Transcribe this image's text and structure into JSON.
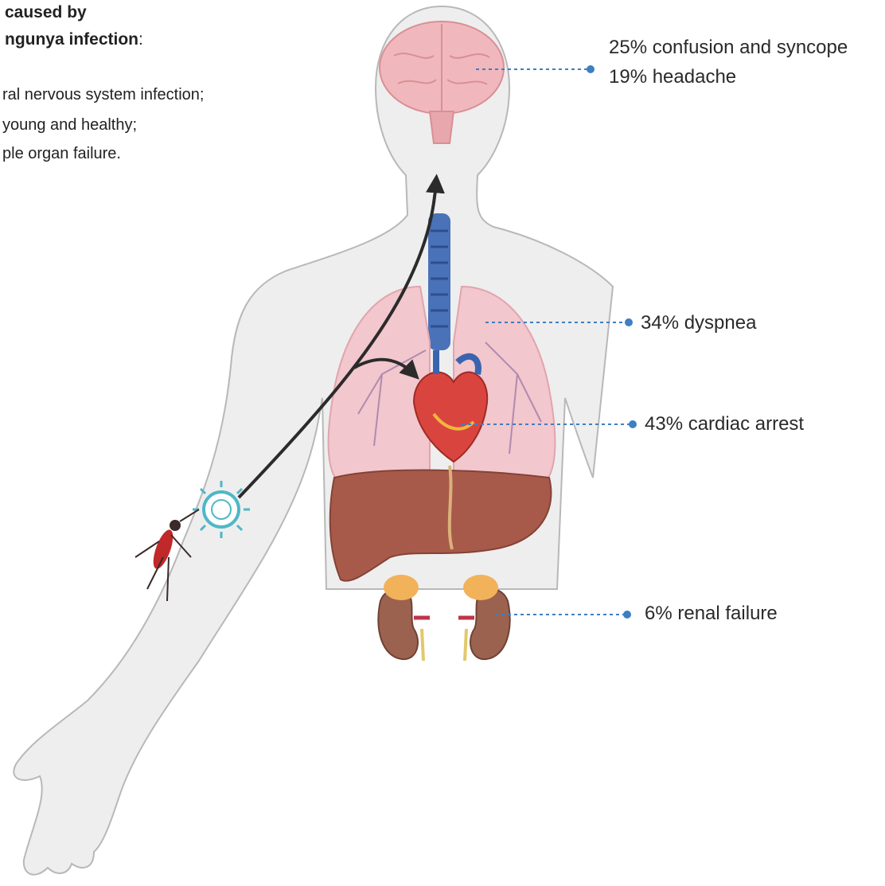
{
  "figure": {
    "heading_line1": "caused by",
    "heading_line2_bold": "ngunya infection",
    "heading_line2_tail": ":",
    "bullets": [
      "ral nervous system infection;",
      "young and healthy;",
      "ple organ failure."
    ]
  },
  "labels": {
    "brain_line1": "25% confusion and syncope",
    "brain_line2": "19% headache",
    "lungs": "34% dyspnea",
    "heart": "43% cardiac arrest",
    "kidneys": "6% renal failure"
  },
  "colors": {
    "body_fill": "#eeeeee",
    "body_outline": "#b8b8b8",
    "brain": "#f0b8bc",
    "trachea": "#4a72b8",
    "lungs": "#f2c7cd",
    "heart": "#d9453e",
    "liver": "#a85a4a",
    "kidney": "#9c6250",
    "adrenal": "#f2b25a",
    "virus": "#4fb7c6",
    "mosquito": "#c1282a",
    "leader_line": "#3d7fc2",
    "arrow": "#2b2b2b"
  }
}
